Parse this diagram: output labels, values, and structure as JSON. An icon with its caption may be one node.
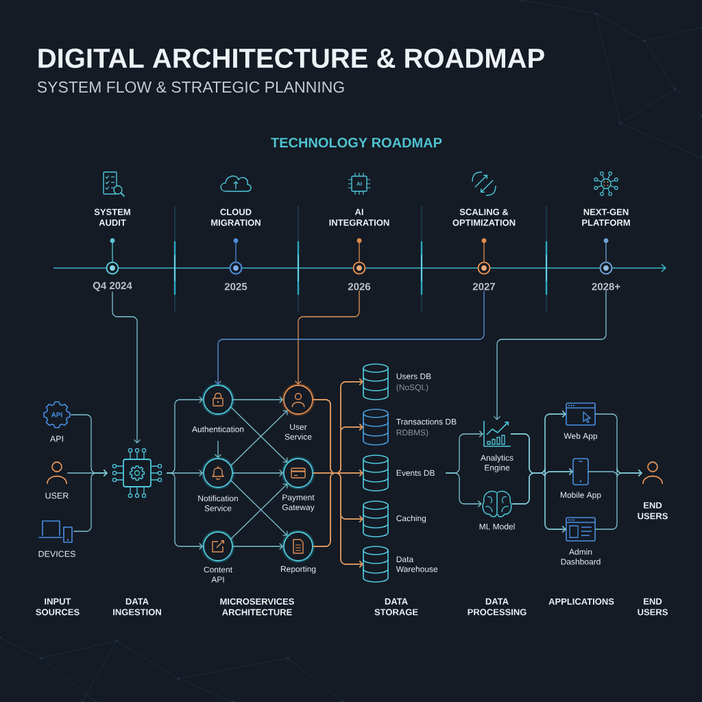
{
  "diagram": {
    "title": "DIGITAL ARCHITECTURE & ROADMAP",
    "nodes": [
      {
        "text": [
          "SYSTEM AUDIT",
          "Q4 2024"
        ]
      },
      {
        "text": [
          "CLOUD MIGRATION",
          "2025"
        ]
      },
      {
        "text": [
          "AI INTEGRATION",
          "2026"
        ]
      },
      {
        "text": [
          "SCALING & OPTIMIZATION",
          "2027"
        ]
      },
      {
        "text": [
          "NEXT-GEN PLATFORM",
          "2028+"
        ]
      },
      {
        "text": [
          "API"
        ]
      },
      {
        "text": [
          "USER"
        ]
      },
      {
        "text": [
          "DEVICES"
        ]
      },
      {
        "text": [],
        "shape": "picture"
      },
      {
        "text": [
          "Authentication"
        ]
      },
      {
        "text": [
          "User Service"
        ]
      },
      {
        "text": [
          "Notification Service"
        ]
      },
      {
        "text": [
          "Payment Gateway"
        ]
      },
      {
        "text": [
          "Content API"
        ]
      },
      {
        "text": [
          "Reporting"
        ]
      },
      {
        "text": [
          "Users DB",
          "(NoSQL)"
        ]
      },
      {
        "text": [
          "Transactions DB",
          "RDBMS)"
        ]
      },
      {
        "text": [
          "Events DB"
        ]
      },
      {
        "text": [
          "Caching"
        ]
      },
      {
        "text": [
          "Data Warehouse"
        ]
      },
      {
        "text": [
          "Analytics Engine"
        ]
      },
      {
        "text": [
          "ML Model"
        ]
      },
      {
        "text": [
          "Web App"
        ]
      },
      {
        "text": [
          "Mobile App"
        ]
      },
      {
        "text": [
          "Admin Dashboard"
        ]
      },
      {
        "text": [
          "END USERS"
        ]
      }
    ],
    "edges": [
      {
        "from": 0,
        "to": 8,
        "arrow": "to"
      },
      {
        "from": 2,
        "to": 10,
        "arrow": "to",
        "color": "#e0955a"
      },
      {
        "from": 3,
        "to": 9,
        "arrow": "to",
        "color": "#5b93d8"
      },
      {
        "from": 4,
        "to": 20,
        "arrow": "to"
      },
      {
        "from": 5,
        "to": 8,
        "arrow": "to"
      },
      {
        "from": 6,
        "to": 8,
        "arrow": "to"
      },
      {
        "from": 7,
        "to": 8,
        "arrow": "to"
      },
      {
        "from": 8,
        "to": 9,
        "arrow": "to"
      },
      {
        "from": 8,
        "to": 11,
        "arrow": "to"
      },
      {
        "from": 8,
        "to": 13,
        "arrow": "to"
      },
      {
        "from": 9,
        "to": 10,
        "arrow": "to"
      },
      {
        "from": 9,
        "to": 12,
        "arrow": "to"
      },
      {
        "from": 9,
        "to": 11,
        "arrow": "to"
      },
      {
        "from": 11,
        "to": 10,
        "arrow": "to"
      },
      {
        "from": 11,
        "to": 12,
        "arrow": "to"
      },
      {
        "from": 11,
        "to": 14,
        "arrow": "to"
      },
      {
        "from": 13,
        "to": 12,
        "arrow": "to"
      },
      {
        "from": 13,
        "to": 14,
        "arrow": "to"
      },
      {
        "from": 10,
        "to": 15,
        "arrow": "to",
        "color": "#d8955f"
      },
      {
        "from": 10,
        "to": 16,
        "arrow": "to",
        "color": "#d8955f"
      },
      {
        "from": 10,
        "to": 17,
        "arrow": "to",
        "color": "#d8955f"
      },
      {
        "from": 10,
        "to": 18,
        "arrow": "to",
        "color": "#d8955f"
      },
      {
        "from": 10,
        "to": 19,
        "arrow": "to",
        "color": "#d8955f"
      },
      {
        "from": 12,
        "to": 15,
        "arrow": "to",
        "color": "#d8955f"
      },
      {
        "from": 12,
        "to": 16,
        "arrow": "to",
        "color": "#d8955f"
      },
      {
        "from": 12,
        "to": 17,
        "arrow": "to",
        "color": "#d8955f"
      },
      {
        "from": 12,
        "to": 18,
        "arrow": "to",
        "color": "#d8955f"
      },
      {
        "from": 12,
        "to": 19,
        "arrow": "to",
        "color": "#d8955f"
      },
      {
        "from": 14,
        "to": 15,
        "arrow": "to",
        "color": "#d8955f"
      },
      {
        "from": 14,
        "to": 16,
        "arrow": "to",
        "color": "#d8955f"
      },
      {
        "from": 14,
        "to": 17,
        "arrow": "to",
        "color": "#d8955f"
      },
      {
        "from": 14,
        "to": 18,
        "arrow": "to",
        "color": "#d8955f"
      },
      {
        "from": 14,
        "to": 19,
        "arrow": "to",
        "color": "#d8955f"
      },
      {
        "from": 17,
        "to": 20,
        "arrow": "to"
      },
      {
        "from": 17,
        "to": 21,
        "arrow": "to"
      },
      {
        "from": 20,
        "to": 22,
        "arrow": "to"
      },
      {
        "from": 20,
        "to": 23,
        "arrow": "to"
      },
      {
        "from": 20,
        "to": 24,
        "arrow": "to"
      },
      {
        "from": 21,
        "to": 22,
        "arrow": "to"
      },
      {
        "from": 21,
        "to": 23,
        "arrow": "to"
      },
      {
        "from": 21,
        "to": 24,
        "arrow": "to"
      },
      {
        "from": 22,
        "to": 25,
        "arrow": "to"
      },
      {
        "from": 23,
        "to": 25,
        "arrow": "to"
      },
      {
        "from": 24,
        "to": 25,
        "arrow": "to"
      }
    ],
    "labels": [
      "SYSTEM FLOW & STRATEGIC PLANNING",
      "TECHNOLOGY ROADMAP",
      "AI",
      "API",
      "INPUT SOURCES",
      "DATA INGESTION",
      "MICROSERVICES ARCHITECTURE",
      "DATA STORAGE",
      "DATA PROCESSING",
      "APPLICATIONS",
      "END USERS"
    ]
  }
}
